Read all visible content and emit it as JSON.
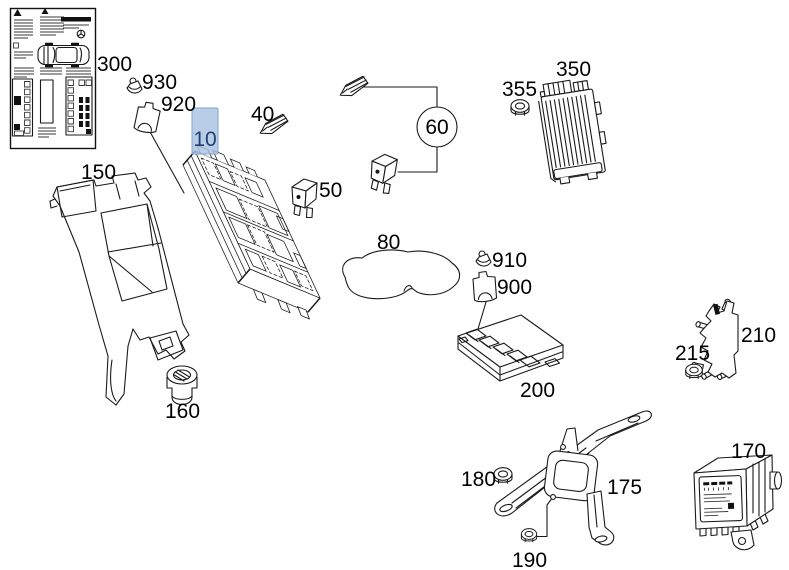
{
  "diagram": {
    "background": "#ffffff",
    "line_color": "#1a1a1a",
    "highlight": {
      "part": "10",
      "fill": "#a9c2e2",
      "border": "#7fa3cf",
      "text_color": "#1e4076"
    },
    "parts": [
      {
        "num": "300"
      },
      {
        "num": "930"
      },
      {
        "num": "920"
      },
      {
        "num": "10",
        "highlighted": true
      },
      {
        "num": "40"
      },
      {
        "num": "50"
      },
      {
        "num": "60"
      },
      {
        "num": "355"
      },
      {
        "num": "350"
      },
      {
        "num": "150"
      },
      {
        "num": "80"
      },
      {
        "num": "910"
      },
      {
        "num": "900"
      },
      {
        "num": "200"
      },
      {
        "num": "210"
      },
      {
        "num": "215"
      },
      {
        "num": "160"
      },
      {
        "num": "170"
      },
      {
        "num": "180"
      },
      {
        "num": "175"
      },
      {
        "num": "190"
      }
    ]
  }
}
